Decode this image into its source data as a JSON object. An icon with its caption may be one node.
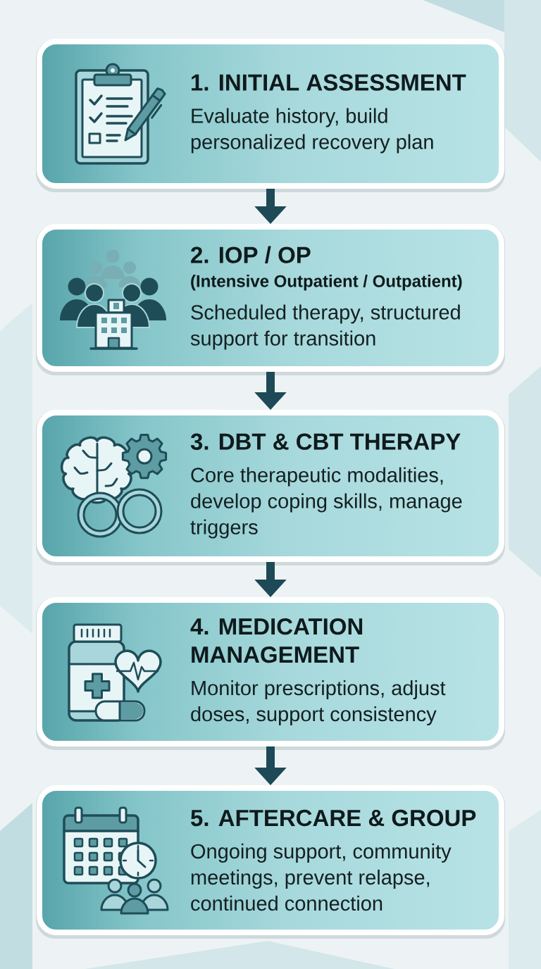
{
  "diagram": {
    "nodes": [
      {
        "text": [
          "1. INITIAL ASSESSMENT",
          "Evaluate history, build personalized recovery plan"
        ]
      },
      {
        "text": [
          "2. IOP / OP",
          "(Intensive Outpatient / Outpatient)",
          "Scheduled therapy, structured support for transition"
        ]
      },
      {
        "text": [
          "3. DBT & CBT THERAPY",
          "Core therapeutic modalities, develop coping skills, manage triggers"
        ]
      },
      {
        "text": [
          "4. MEDICATION MANAGEMENT",
          "Monitor prescriptions, adjust doses, support consistency"
        ]
      },
      {
        "text": [
          "5. AFTERCARE & GROUP",
          "Ongoing support, community meetings, prevent relapse, continued connection"
        ]
      }
    ],
    "edges": [
      {
        "from": 0,
        "to": 1,
        "arrow": "to"
      },
      {
        "from": 1,
        "to": 2,
        "arrow": "to"
      },
      {
        "from": 2,
        "to": 3,
        "arrow": "to"
      },
      {
        "from": 3,
        "to": 4,
        "arrow": "to"
      }
    ]
  }
}
